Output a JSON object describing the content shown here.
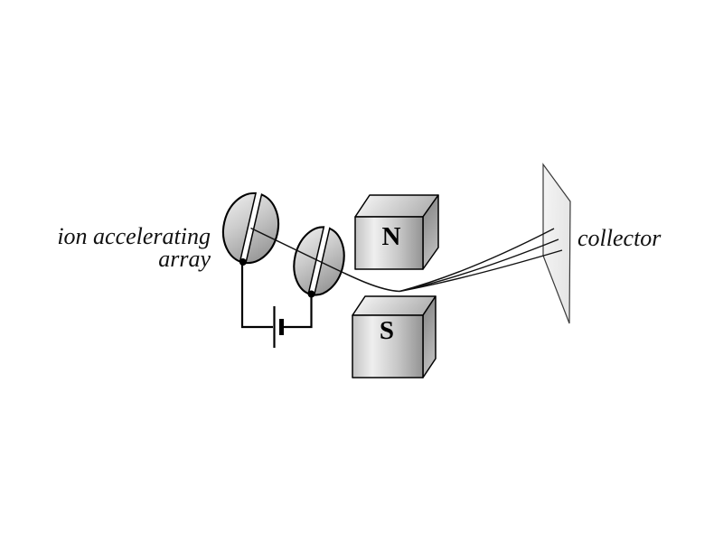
{
  "diagram": {
    "description": "Mass spectrometer schematic",
    "labels": {
      "source_line1": "ion accelerating",
      "source_line2": "array",
      "collector": "collector"
    },
    "magnets": {
      "north": "N",
      "south": "S"
    },
    "colors": {
      "background": "#ffffff",
      "outline": "#000000",
      "beam": "#1a1a1a",
      "electrode_light": "#f0f0f0",
      "electrode_dark": "#969696",
      "magnet_front_light": "#efefef",
      "magnet_front_dark": "#939393",
      "magnet_side_dark": "#7e7e7e",
      "collector_fill": "#f0f0f0"
    }
  }
}
